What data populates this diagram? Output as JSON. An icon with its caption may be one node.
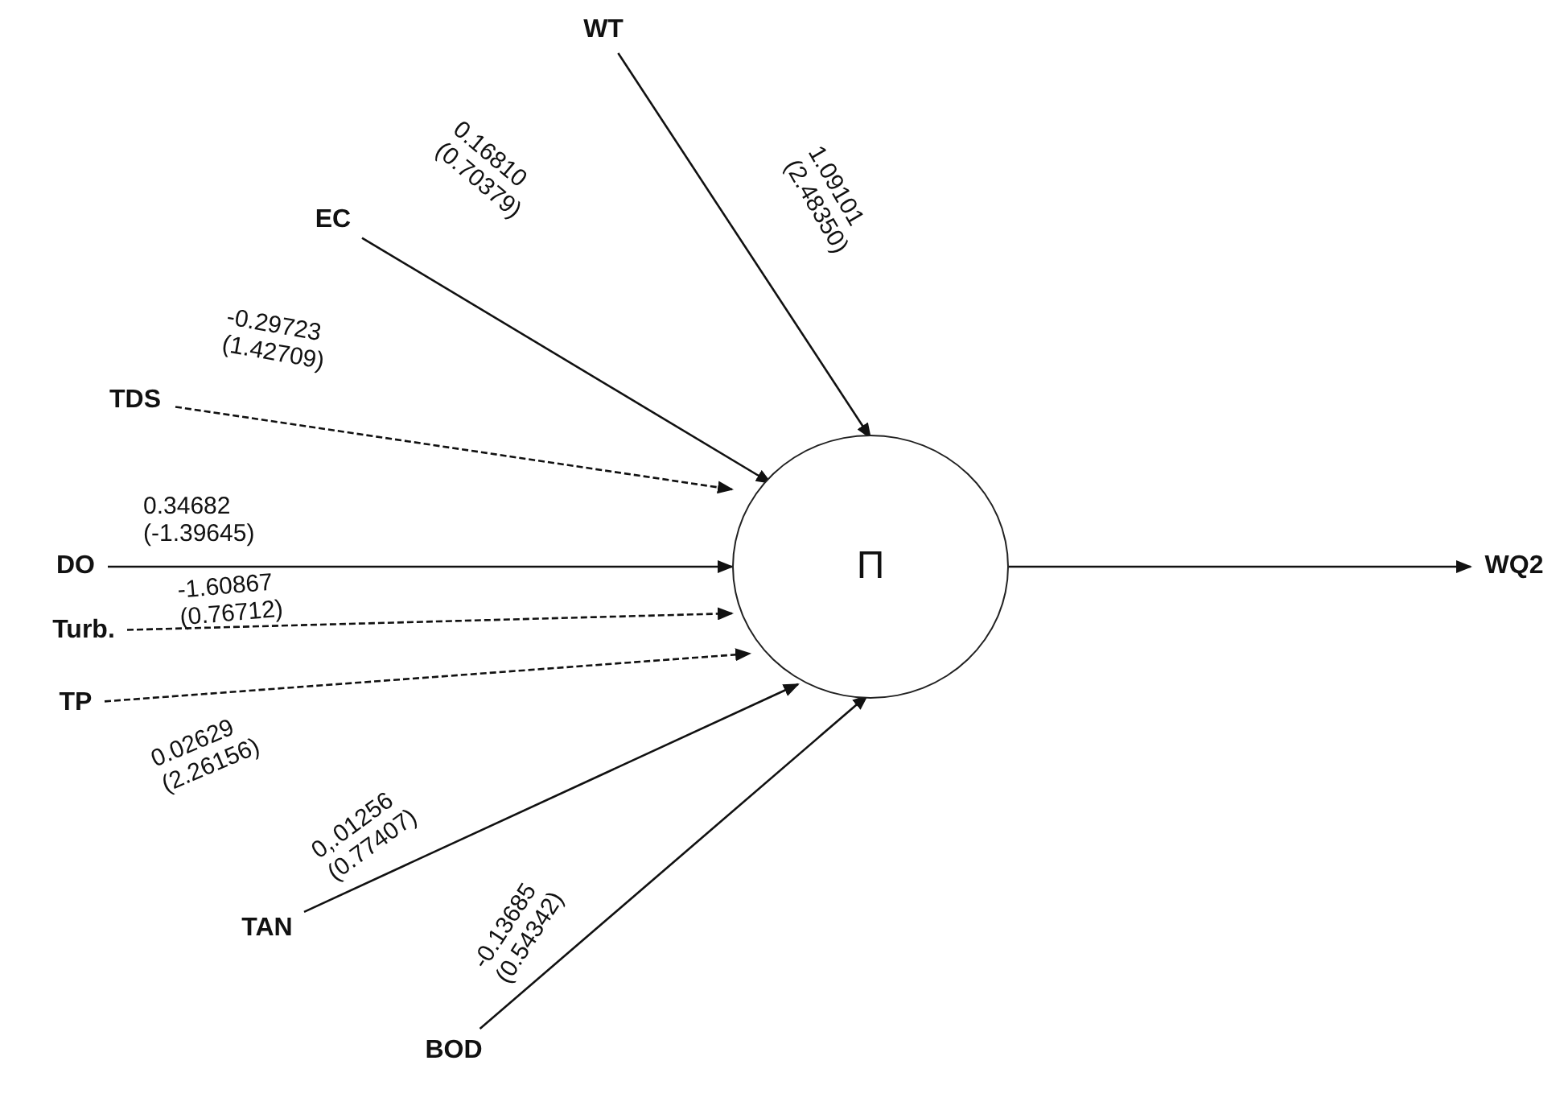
{
  "diagram": {
    "nodes": [
      {
        "text": [
          "WT"
        ]
      },
      {
        "text": [
          "EC"
        ]
      },
      {
        "text": [
          "TDS"
        ]
      },
      {
        "text": [
          "DO"
        ]
      },
      {
        "text": [
          "Turb."
        ]
      },
      {
        "text": [
          "TP"
        ]
      },
      {
        "text": [
          "TAN"
        ]
      },
      {
        "text": [
          "BOD"
        ]
      },
      {
        "text": [
          "Π"
        ]
      },
      {
        "text": [
          "WQ2"
        ]
      }
    ],
    "edges": [
      {
        "from": 0,
        "to": 8,
        "arrow": "to",
        "label": "1.09101 (2.48350)"
      },
      {
        "from": 1,
        "to": 8,
        "arrow": "to",
        "label": "0.16810 (0.70379)"
      },
      {
        "from": 2,
        "to": 8,
        "arrow": "to",
        "label": "-0.29723 (1.42709)",
        "style": "dashed"
      },
      {
        "from": 3,
        "to": 8,
        "arrow": "to",
        "label": "0.34682 (-1.39645)"
      },
      {
        "from": 4,
        "to": 8,
        "arrow": "to",
        "label": "-1.60867 (0.76712)",
        "style": "dashed"
      },
      {
        "from": 5,
        "to": 8,
        "arrow": "to",
        "label": "0.02629 (2.26156)",
        "style": "dashed"
      },
      {
        "from": 6,
        "to": 8,
        "arrow": "to",
        "label": "0,.01256 (0.77407)"
      },
      {
        "from": 7,
        "to": 8,
        "arrow": "to",
        "label": "-0.13685 (0.54342)"
      },
      {
        "from": 8,
        "to": 9,
        "arrow": "to"
      }
    ]
  }
}
